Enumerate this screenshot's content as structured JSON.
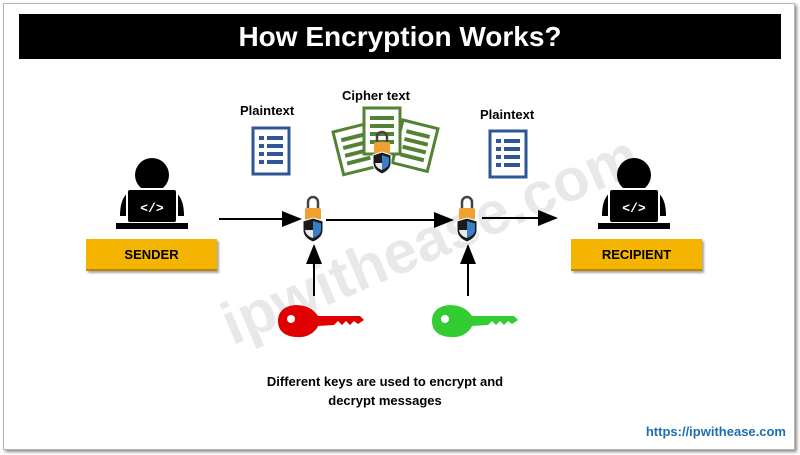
{
  "title": "How Encryption Works?",
  "labels": {
    "plaintext_left": "Plaintext",
    "cipher_text": "Cipher text",
    "plaintext_right": "Plaintext"
  },
  "nodes": {
    "sender": "SENDER",
    "recipient": "RECIPIENT"
  },
  "caption": {
    "line1": "Different keys are used to encrypt and",
    "line2": "decrypt messages"
  },
  "watermark": "ipwithease.com",
  "url": "https://ipwithease.com",
  "icons": {
    "person": "person-laptop-icon",
    "document": "document-icon",
    "lock": "padlock-shield-icon",
    "key": "key-icon"
  },
  "colors": {
    "title_bg": "#000000",
    "role_box": "#f4b400",
    "plaintext_doc": "#2f5597",
    "cipher_doc": "#548235",
    "encrypt_key": "#e00000",
    "decrypt_key": "#33cc33",
    "url_text": "#1e6fb0"
  }
}
